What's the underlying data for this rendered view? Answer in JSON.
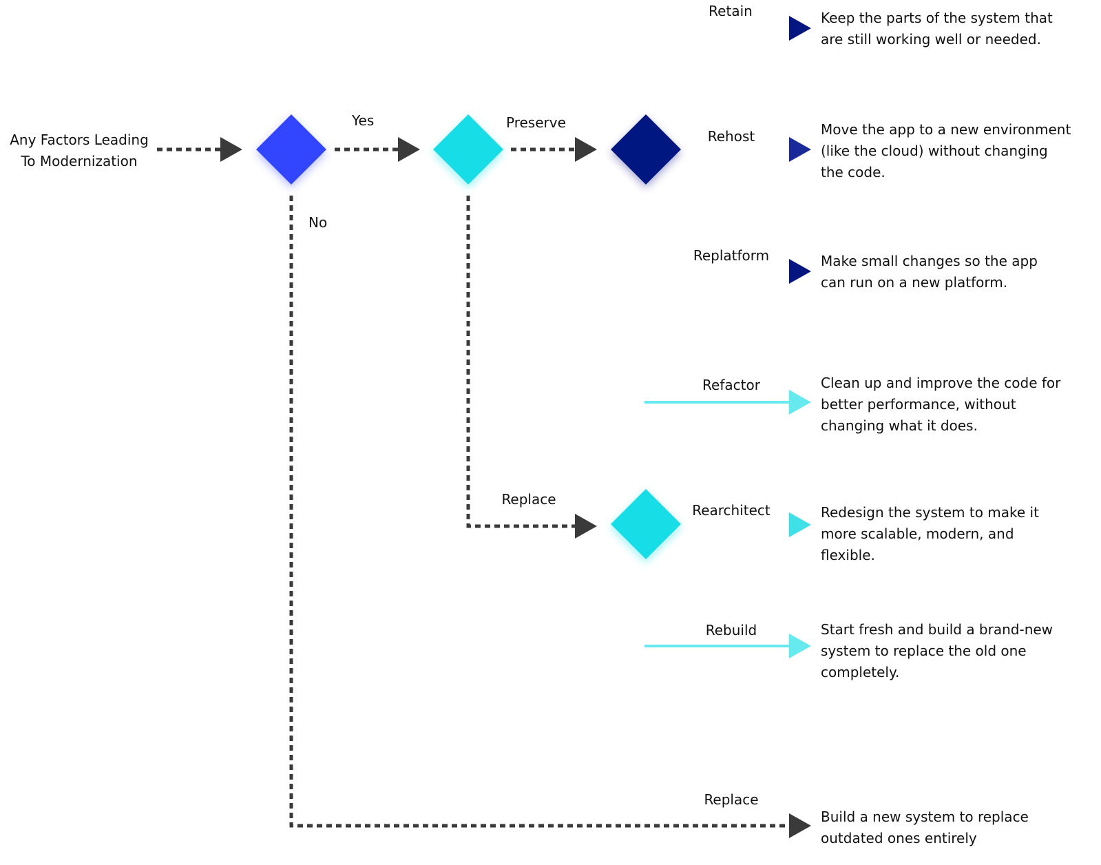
{
  "start": {
    "lines": [
      "Any Factors Leading",
      "To Modernization"
    ]
  },
  "edges": {
    "yes": "Yes",
    "no": "No",
    "preserve": "Preserve",
    "replace_branch": "Replace",
    "retain": "Retain",
    "rehost": "Rehost",
    "replatform": "Replatform",
    "refactor": "Refactor",
    "rearchitect": "Rearchitect",
    "rebuild": "Rebuild",
    "replace_final": "Replace"
  },
  "descriptions": {
    "retain": [
      "Keep the parts of the system that",
      "are still working well or needed."
    ],
    "rehost": [
      "Move the app to a new environment",
      "(like the cloud) without changing",
      "the code."
    ],
    "replatform": [
      "Make small changes so the app",
      "can run on a new platform."
    ],
    "refactor": [
      "Clean up and improve the code for",
      "better performance, without",
      "changing what it does."
    ],
    "rearchitect": [
      "Redesign the system to make it",
      "more scalable, modern, and",
      "flexible."
    ],
    "rebuild": [
      "Start fresh and build a brand-new",
      "system to replace the old one",
      "completely."
    ],
    "replace": [
      "Build a new system to replace",
      "outdated ones entirely"
    ]
  },
  "colors": {
    "blue": "#3344ff",
    "cyan": "#18dde6",
    "navy": "#061680",
    "dashed": "#3a3a3a",
    "light_cyan": "#66eaf0"
  }
}
